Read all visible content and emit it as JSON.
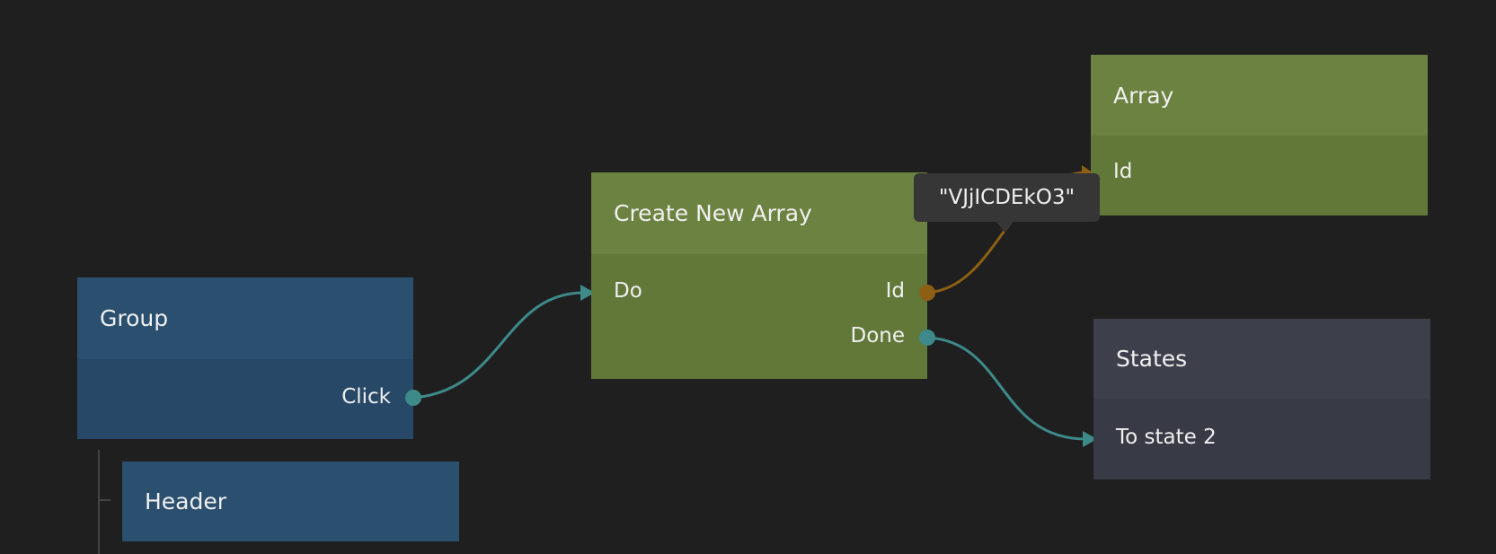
{
  "nodes": {
    "group": {
      "title": "Group",
      "ports": {
        "click": "Click"
      }
    },
    "header": {
      "title": "Header"
    },
    "create_new_array": {
      "title": "Create New Array",
      "ports": {
        "do": "Do",
        "id": "Id",
        "done": "Done"
      }
    },
    "array": {
      "title": "Array",
      "ports": {
        "id": "Id"
      }
    },
    "states": {
      "title": "States",
      "ports": {
        "to_state_2": "To state 2"
      }
    }
  },
  "tooltip": {
    "value": "\"VJjICDEkO3\""
  },
  "colors": {
    "background": "#1f1f1f",
    "visual_node": "#2b4f6e",
    "data_node": "#6c8240",
    "states_node": "#3d404b",
    "signal_wire": "#3e8a8a",
    "string_wire": "#8d5f14"
  }
}
